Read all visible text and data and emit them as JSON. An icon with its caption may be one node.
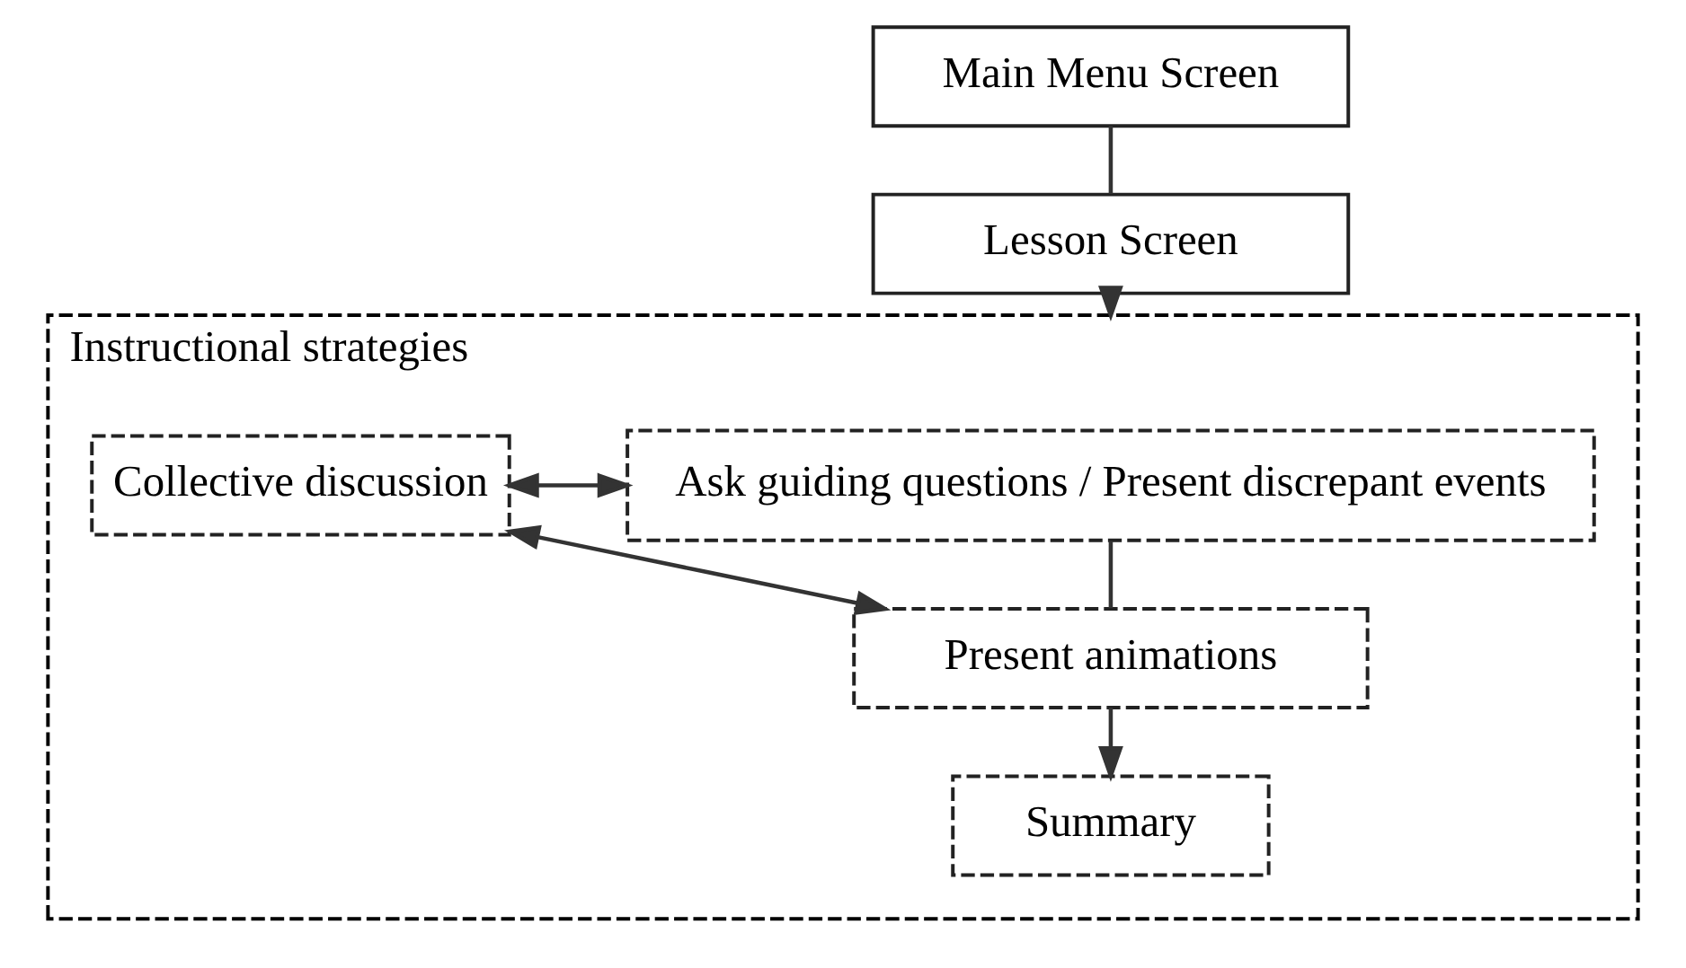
{
  "diagram": {
    "nodes": [
      {
        "text": [
          "Main Menu Screen"
        ]
      },
      {
        "text": [
          "Lesson Screen"
        ]
      },
      {
        "text": [
          "Instructional strategies"
        ]
      },
      {
        "text": [
          "Ask guiding questions / Present discrepant events"
        ],
        "in": 2
      },
      {
        "text": [
          "Collective discussion"
        ],
        "in": 2
      },
      {
        "text": [
          "Present animations"
        ],
        "in": 2
      },
      {
        "text": [
          "Summary"
        ],
        "in": 2
      }
    ],
    "edges": [
      {
        "from": 0,
        "to": 1,
        "arrow": "none"
      },
      {
        "from": 1,
        "to": 2,
        "arrow": "to"
      },
      {
        "from": 3,
        "to": 5,
        "arrow": "none"
      },
      {
        "from": 3,
        "to": 4,
        "arrow": "both"
      },
      {
        "from": 5,
        "to": 4,
        "arrow": "both"
      },
      {
        "from": 5,
        "to": 6,
        "arrow": "to"
      }
    ]
  }
}
